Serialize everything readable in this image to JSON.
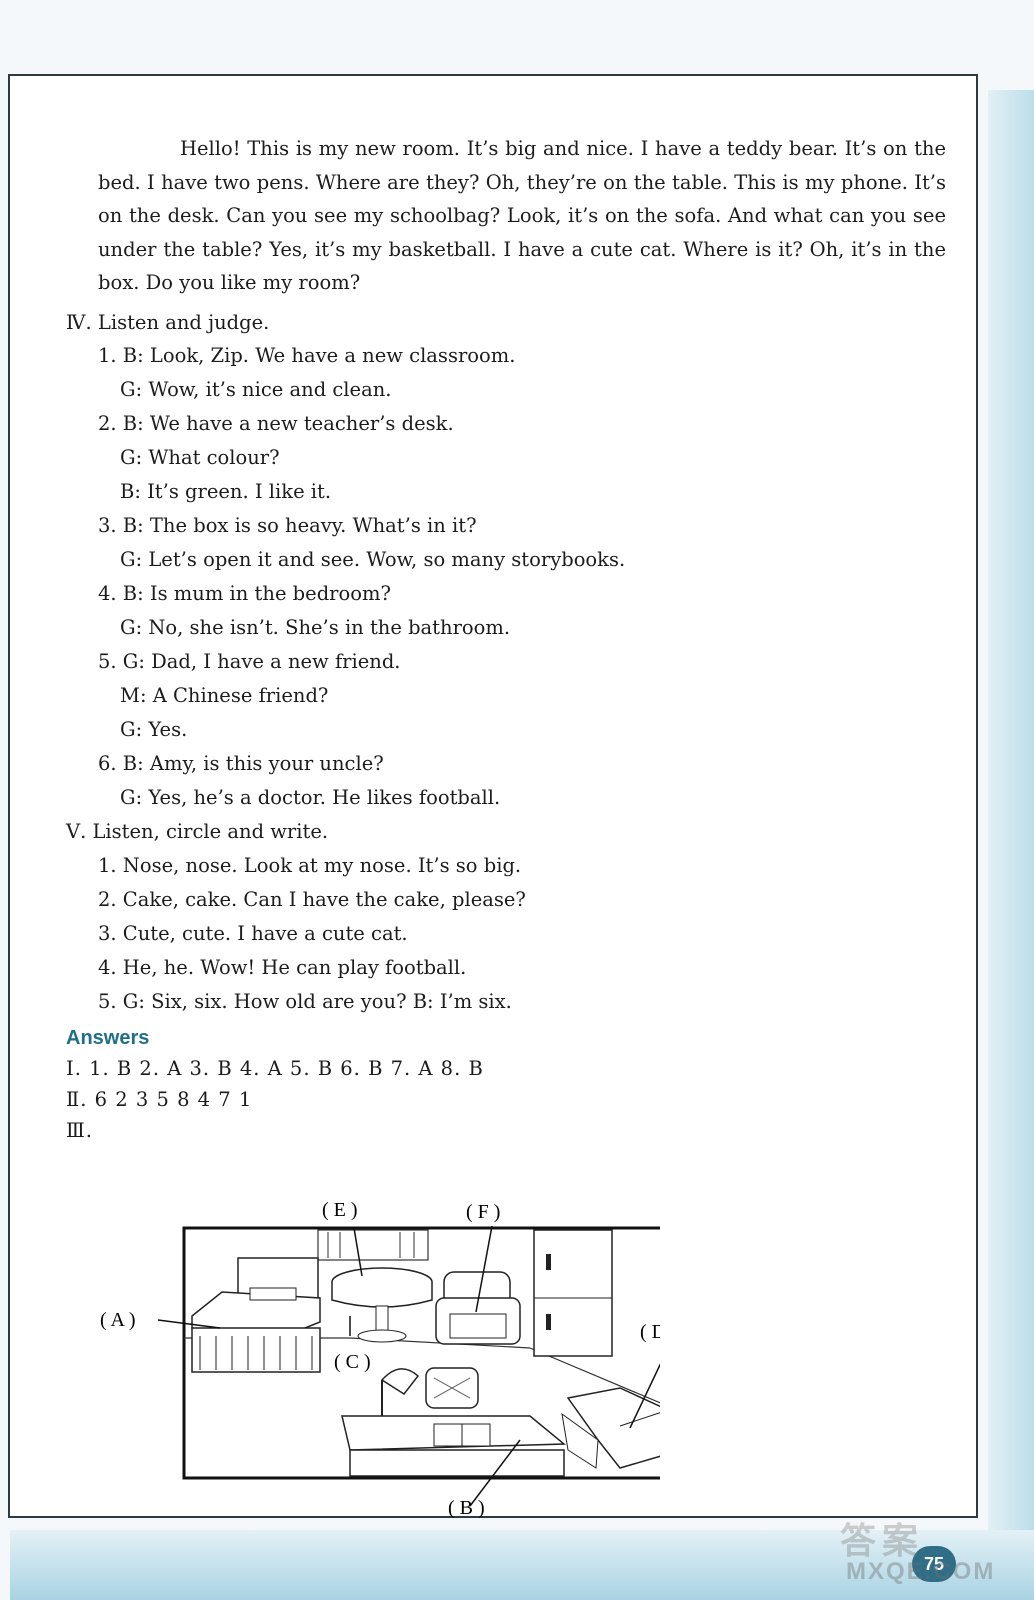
{
  "passage": "Hello! This is my new room. It’s big and nice. I have a teddy bear. It’s on the bed. I have two pens. Where are they? Oh, they’re on the table. This is my phone. It’s on the desk. Can you see my schoolbag? Look, it’s on the sofa. And what can you see under the table? Yes, it’s my basketball. I have a cute cat. Where is it? Oh, it’s in the box. Do you like my room?",
  "section_iv": {
    "title": "Ⅳ. Listen and judge.",
    "lines": [
      "1. B: Look, Zip. We have a new classroom.",
      "G: Wow, it’s nice and clean.",
      "2. B: We have a new teacher’s desk.",
      "G: What colour?",
      "B: It’s green. I like it.",
      "3. B: The box is so heavy. What’s in it?",
      "G: Let’s open it and see. Wow, so many storybooks.",
      "4. B: Is mum in the bedroom?",
      "G: No, she isn’t. She’s in the bathroom.",
      "5. G: Dad, I have a new friend.",
      "M: A Chinese friend?",
      "G: Yes.",
      "6. B: Amy, is this your uncle?",
      "G: Yes, he’s a doctor. He likes football."
    ]
  },
  "section_v": {
    "title": "Ⅴ. Listen, circle and write.",
    "lines": [
      "1. Nose, nose. Look at my nose. It’s so big.",
      "2. Cake, cake. Can I have the cake, please?",
      "3. Cute, cute. I have a cute cat.",
      "4. He, he. Wow! He can play football.",
      "5. G: Six, six. How old are you?   B: I’m six."
    ]
  },
  "answers": {
    "heading": "Answers",
    "row1": "Ⅰ. 1. B   2. A   3. B   4. A   5. B   6. B   7. A   8. B",
    "row2": "Ⅱ. 6   2   3   5   8   4   7   1",
    "row3": "Ⅲ."
  },
  "figure_labels": {
    "a": "( A )",
    "b": "( B )",
    "c": "( C )",
    "d": "( D )",
    "e": "( E )",
    "f": "( F )"
  },
  "page_number": "75",
  "watermark": {
    "line1": "答案",
    "line2": "MXQE.COM"
  }
}
